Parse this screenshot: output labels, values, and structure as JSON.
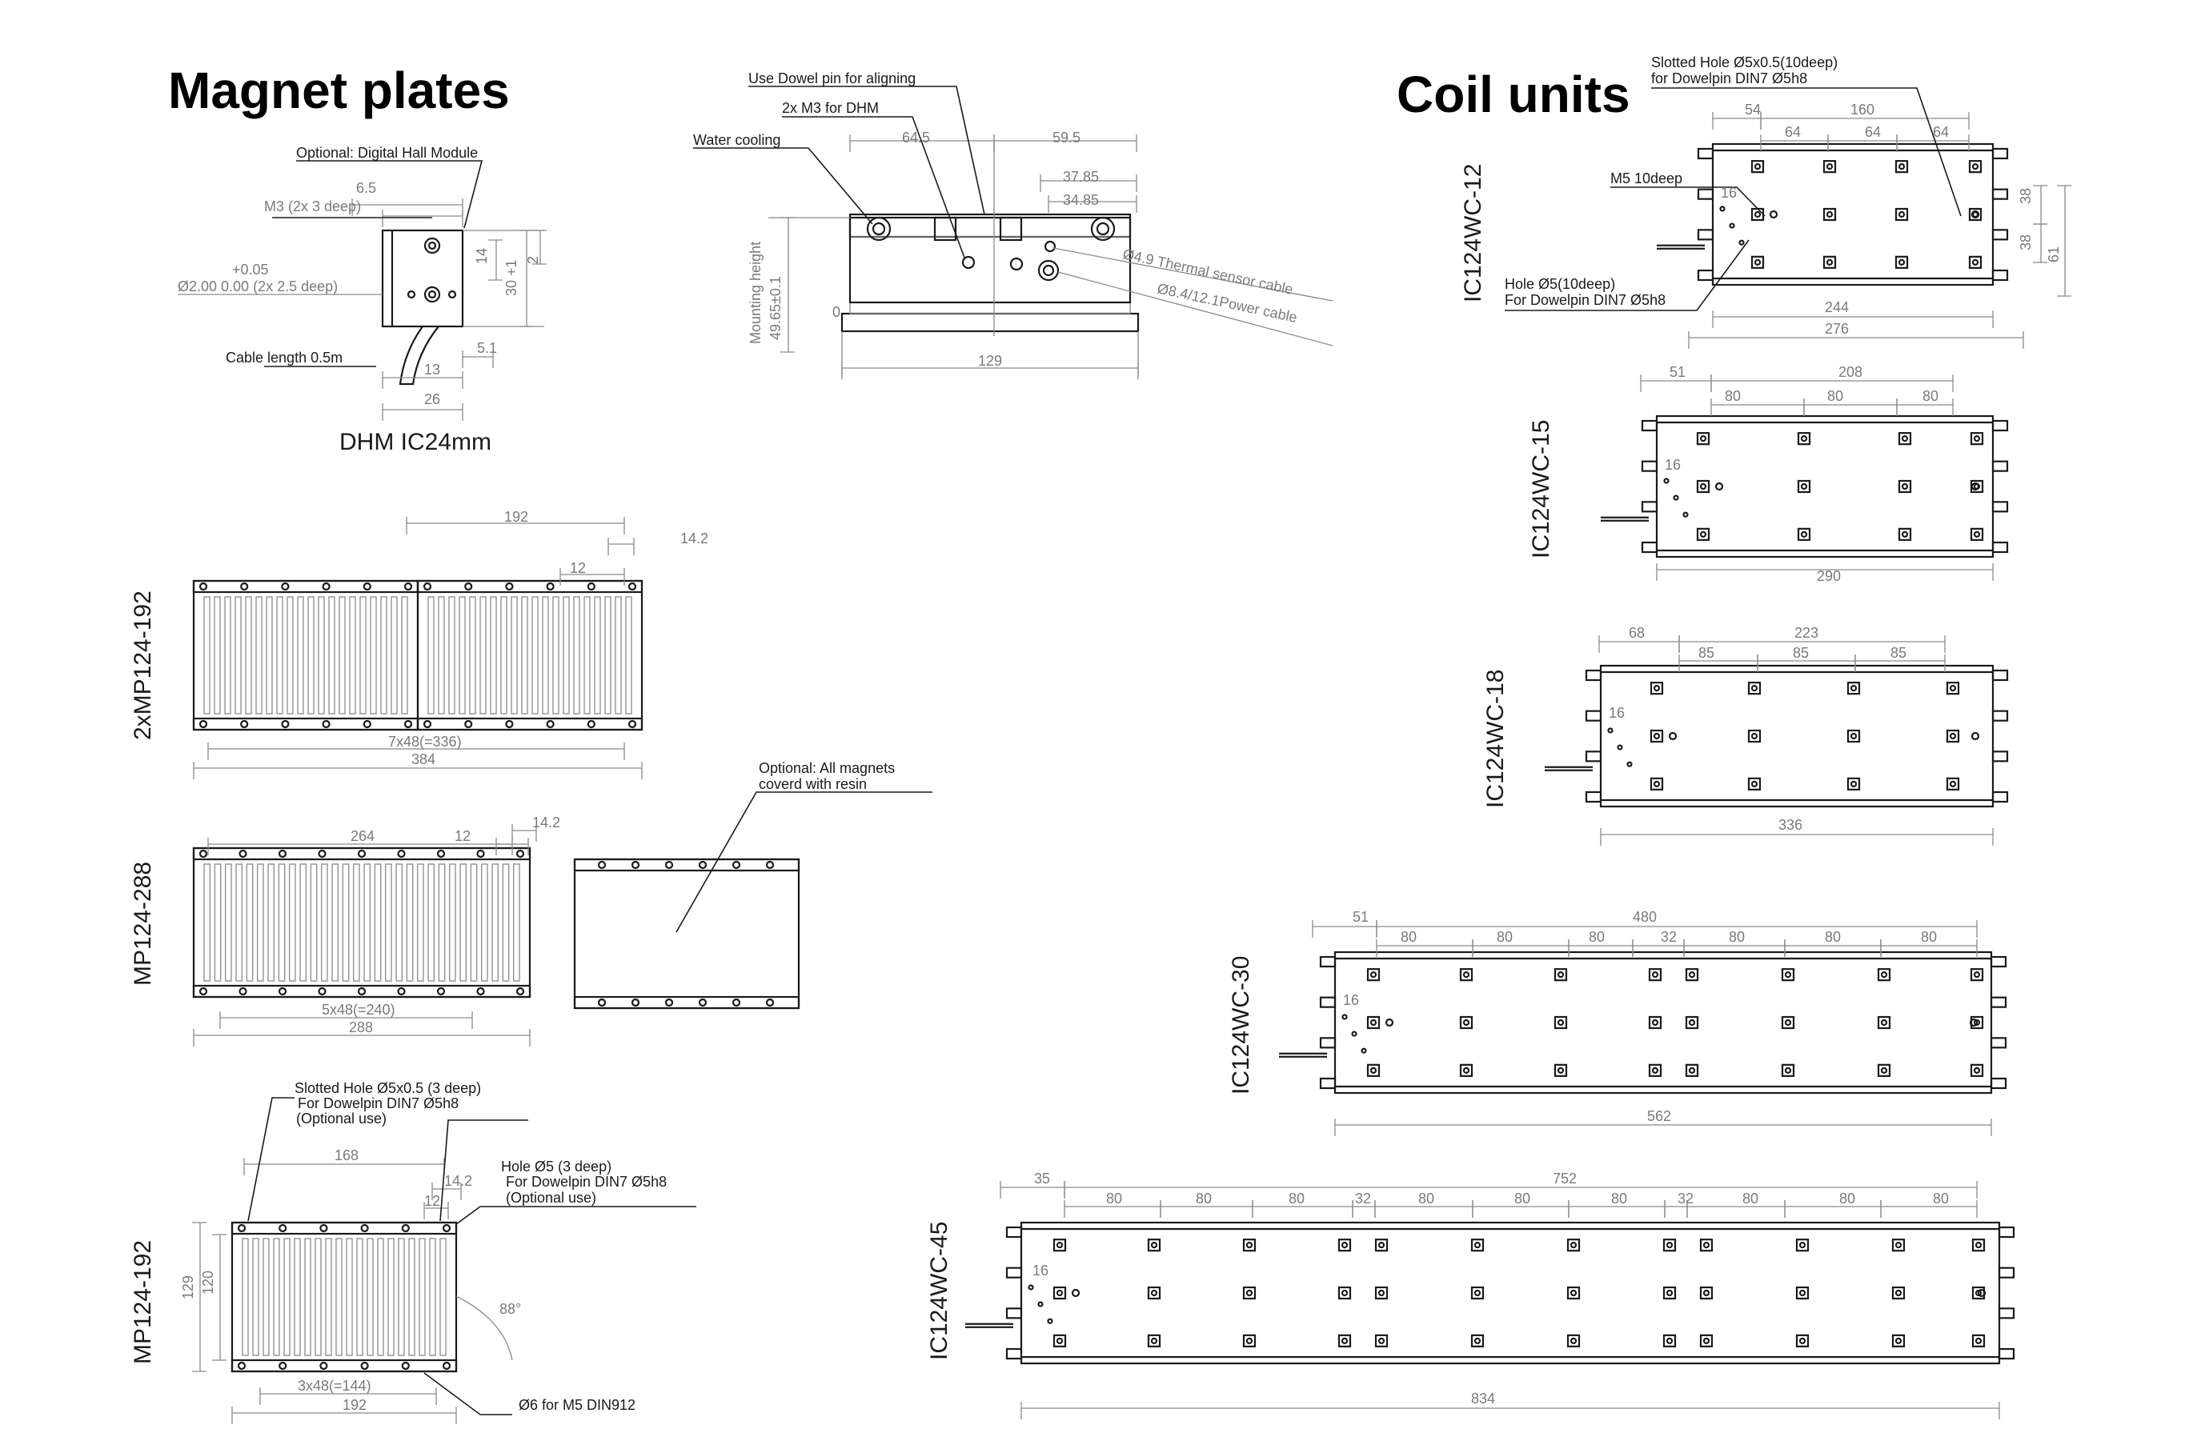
{
  "headings": {
    "magnet_plates": "Magnet plates",
    "coil_units": "Coil units"
  },
  "dhm": {
    "caption": "DHM IC24mm",
    "optional_label": "Optional: Digital Hall Module",
    "m3_label": "M3 (2x 3 deep)",
    "dowel_tol": "+0.05",
    "dowel_label": "Ø2.00   0.00 (2x 2.5 deep)",
    "cable_label": "Cable length 0.5m",
    "dims": {
      "d6_5": "6.5",
      "d14": "14",
      "d30": "30 +1",
      "d2": "2",
      "d5_1": "5.1",
      "d13": "13",
      "d26": "26"
    }
  },
  "section": {
    "dowel_label": "Use Dowel pin for aligning",
    "m3_label": "2x M3 for DHM",
    "water_label": "Water cooling",
    "thermal_label": "Ø4.9 Thermal sensor cable",
    "power_label": "Ø8.4/12.1Power cable",
    "mounting_label": "Mounting height",
    "mounting_value": "49.65±0.1",
    "dims": {
      "d64_5": "64.5",
      "d59_5": "59.5",
      "d37_85": "37.85",
      "d34_85": "34.85",
      "d129": "129",
      "d0": "0"
    }
  },
  "mp_2x192": {
    "tag": "2xMP124-192",
    "dims": {
      "d192": "192",
      "d14_2": "14.2",
      "d12": "12",
      "d7x48": "7x48(=336)",
      "d384": "384"
    }
  },
  "mp_288": {
    "tag": "MP124-288",
    "dims": {
      "d264": "264",
      "d12": "12",
      "d14_2": "14.2",
      "d5x48": "5x48(=240)",
      "d288": "288"
    }
  },
  "resin": {
    "label_line1": "Optional: All magnets",
    "label_line2": "coverd with resin"
  },
  "mp_192": {
    "tag": "MP124-192",
    "slot_line1": "Slotted Hole Ø5x0.5 (3 deep)",
    "slot_line2": "For Dowelpin DIN7 Ø5h8",
    "slot_line3": "(Optional use)",
    "hole_line1": "Hole Ø5 (3 deep)",
    "hole_line2": "For Dowelpin DIN7 Ø5h8",
    "hole_line3": "(Optional use)",
    "m5_label": "Ø6 for M5 DIN912",
    "angle": "88°",
    "dims": {
      "d168": "168",
      "d14_2": "14.2",
      "d12": "12",
      "d129": "129",
      "d120": "120",
      "d3x48": "3x48(=144)",
      "d192": "192"
    }
  },
  "ic12": {
    "tag": "IC124WC-12",
    "slot_line1": "Slotted Hole Ø5x0.5(10deep)",
    "slot_line2": "for Dowelpin DIN7 Ø5h8",
    "m5_label": "M5 10deep",
    "hole_line1": "Hole Ø5(10deep)",
    "hole_line2": "For Dowelpin DIN7 Ø5h8",
    "dims": {
      "d54": "54",
      "d160": "160",
      "d64a": "64",
      "d64b": "64",
      "d64c": "64",
      "d16": "16",
      "d38a": "38",
      "d38b": "38",
      "d61": "61",
      "d244": "244",
      "d276": "276"
    }
  },
  "ic15": {
    "tag": "IC124WC-15",
    "dims": {
      "d51": "51",
      "d208": "208",
      "d80a": "80",
      "d80b": "80",
      "d80c": "80",
      "d16": "16",
      "d290": "290"
    }
  },
  "ic18": {
    "tag": "IC124WC-18",
    "dims": {
      "d68": "68",
      "d223": "223",
      "d85a": "85",
      "d85b": "85",
      "d85c": "85",
      "d16": "16",
      "d336": "336"
    }
  },
  "ic30": {
    "tag": "IC124WC-30",
    "dims": {
      "d51": "51",
      "d480": "480",
      "d80a": "80",
      "d80b": "80",
      "d80c": "80",
      "d32": "32",
      "d80d": "80",
      "d80e": "80",
      "d80f": "80",
      "d16": "16",
      "d562": "562"
    }
  },
  "ic45": {
    "tag": "IC124WC-45",
    "dims": {
      "d35": "35",
      "d752": "752",
      "d80a": "80",
      "d80b": "80",
      "d80c": "80",
      "d32a": "32",
      "d80d": "80",
      "d80e": "80",
      "d80f": "80",
      "d32b": "32",
      "d80g": "80",
      "d80h": "80",
      "d80i": "80",
      "d16": "16",
      "d834": "834"
    }
  }
}
